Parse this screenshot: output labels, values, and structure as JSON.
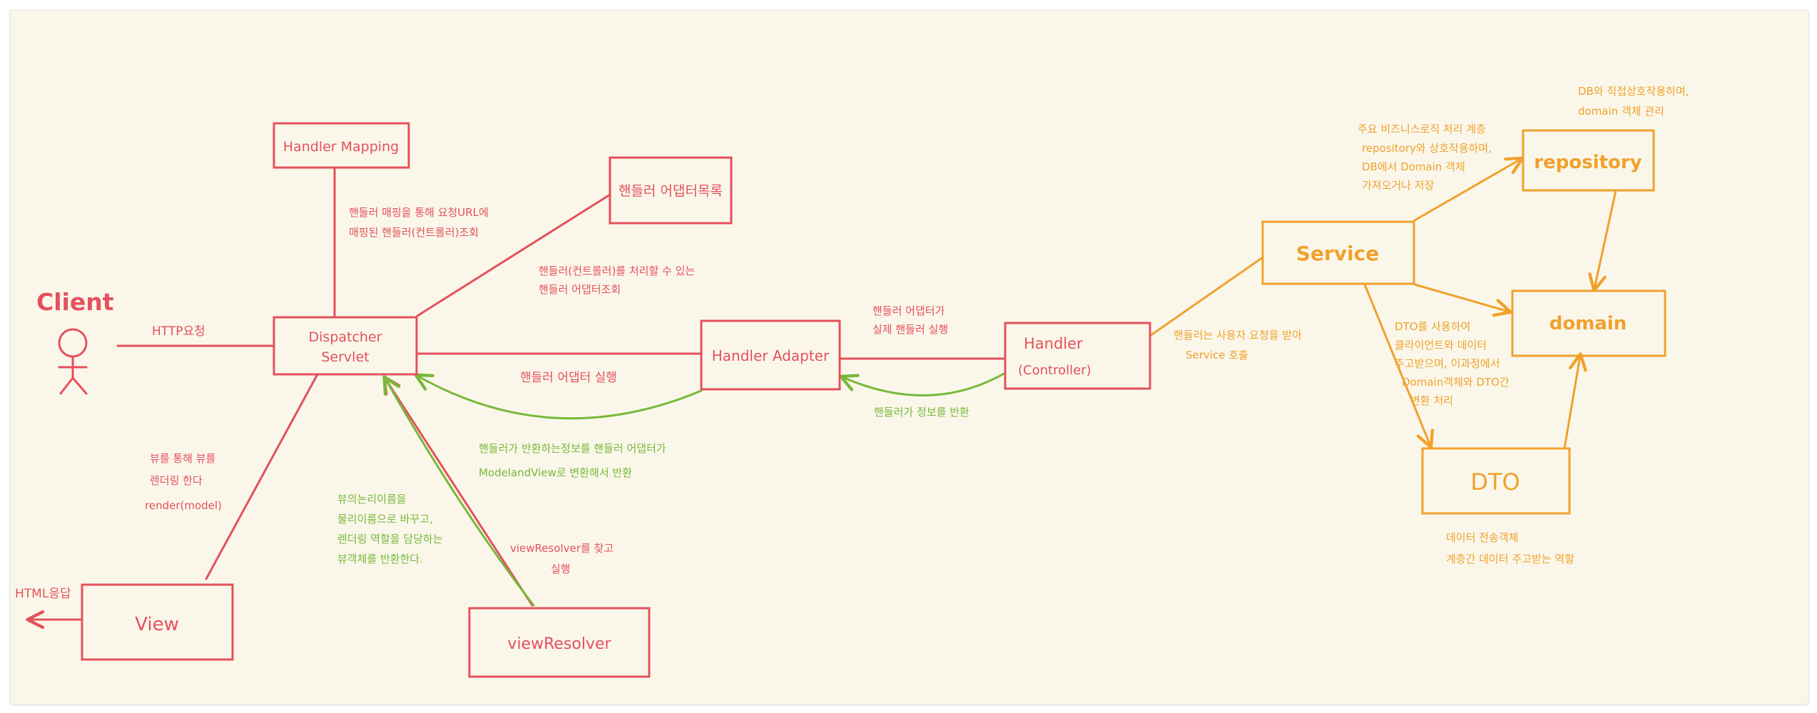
{
  "colors": {
    "red": "#e5505c",
    "green": "#78b83a",
    "orange": "#f0a12c",
    "background": "#faf7ea"
  },
  "nodes": {
    "client": "Client",
    "handler_mapping": "Handler Mapping",
    "handler_adapter_list": "핸들러 어댑터목록",
    "dispatcher_servlet_line1": "Dispatcher",
    "dispatcher_servlet_line2": "Servlet",
    "handler_adapter": "Handler Adapter",
    "handler_line1": "Handler",
    "handler_line2": "(Controller)",
    "view": "View",
    "view_resolver": "viewResolver",
    "service": "Service",
    "repository": "repository",
    "domain": "domain",
    "dto": "DTO"
  },
  "edge_labels": {
    "http_request": "HTTP요청",
    "http_response": "HTML응답",
    "mapping_line1": "핸들러 매핑을 통해 요청URL에",
    "mapping_line2": "매핑된 핸들러(컨트롤러)조회",
    "adapter_query_line1": "핸들러(컨트롤러)를 처리할 수 있는",
    "adapter_query_line2": "핸들러 어댑터조회",
    "adapter_execute": "핸들러 어댑터 실행",
    "actual_execute_line1": "핸들러 어댑터가",
    "actual_execute_line2": "실제 핸들러 실행",
    "handler_return": "핸들러가 정보를 반환",
    "convert_line1": "핸들러가 반환하는정보를  핸들러 어댑터가",
    "convert_line2": "ModelandView로 변환해서 반환",
    "render_line1": "뷰를 통해 뷰를",
    "render_line2": "렌더링 한다",
    "render_line3": "render(model)",
    "resolver_desc_line1": "뷰의논리이름을",
    "resolver_desc_line2": "물리이름으로 바꾸고,",
    "resolver_desc_line3": "렌더링 역할을 담당하는",
    "resolver_desc_line4": "뷰객체를 반환한다.",
    "resolver_call_line1": "viewResolver를 찾고",
    "resolver_call_line2": "실행",
    "handler_to_service_line1": "핸들러는 사용자 요청을 받아",
    "handler_to_service_line2": "Service 호출",
    "service_desc_line1": "주요 비즈니스로직 처리 계층",
    "service_desc_line2": "repository와 상호작용하며,",
    "service_desc_line3": "DB에서 Domain 객체",
    "service_desc_line4": "가져오거나 저장",
    "repository_desc_line1": "DB와 직접상호작용하며,",
    "repository_desc_line2": "domain 객체 관리",
    "dto_flow_line1": "DTO를 사용하여",
    "dto_flow_line2": "클라이언트와 데이터",
    "dto_flow_line3": "주고받으며, 이과정에서",
    "dto_flow_line4": "Domain객체와 DTO간",
    "dto_flow_line5": "변환 처리",
    "dto_desc_line1": "데이터 전송객체",
    "dto_desc_line2": "계층간 데이터 주고받는 역할"
  }
}
